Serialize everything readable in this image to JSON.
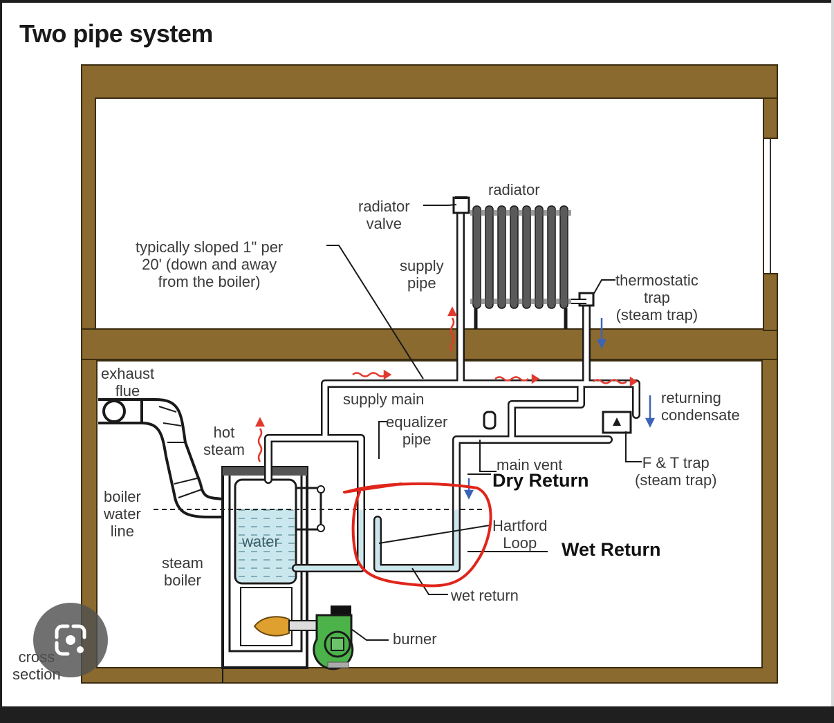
{
  "title": "Two pipe system",
  "colors": {
    "wall": "#8a6a2e",
    "wall_outline": "#3b2c10",
    "pipe": "#ffffff",
    "pipe_outline": "#1a1a1a",
    "water": "#cbe7ee",
    "steam_arrow": "#e03a2f",
    "condensate_arrow": "#3d63b8",
    "annotation_circle": "#e0251b",
    "burner": "#4cb24a",
    "flame": "#e0a030",
    "radiator": "#5a5a5a"
  },
  "labels": {
    "radiator": "radiator",
    "radiator_valve": [
      "radiator",
      "valve"
    ],
    "slope_note": [
      "typically sloped 1\" per",
      "20' (down and away",
      "from the boiler)"
    ],
    "supply_pipe": [
      "supply",
      "pipe"
    ],
    "thermostatic_trap": [
      "thermostatic",
      "trap",
      "(steam trap)"
    ],
    "exhaust_flue": [
      "exhaust",
      "flue"
    ],
    "supply_main": "supply main",
    "returning_condensate": [
      "returning",
      "condensate"
    ],
    "hot_steam": [
      "hot",
      "steam"
    ],
    "equalizer_pipe": [
      "equalizer",
      "pipe"
    ],
    "main_vent": "main vent",
    "ft_trap": [
      "F & T trap",
      "(steam trap)"
    ],
    "dry_return": "Dry Return",
    "boiler_water_line": [
      "boiler",
      "water",
      "line"
    ],
    "water": "water",
    "hartford_loop": [
      "Hartford",
      "Loop"
    ],
    "wet_return_bold": "Wet Return",
    "steam_boiler": [
      "steam",
      "boiler"
    ],
    "wet_return": "wet return",
    "burner": "burner",
    "cross_section": [
      "cross",
      "section"
    ]
  },
  "overlay": {
    "lens_button_icon": "google-lens-icon"
  }
}
